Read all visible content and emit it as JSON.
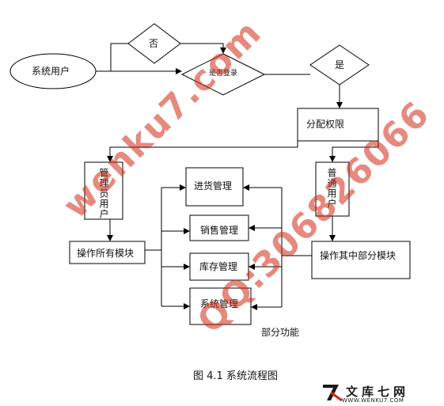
{
  "nodes": {
    "system_user": "系统用户",
    "no": "否",
    "login_check": "是否登录",
    "yes": "是",
    "assign_permission": "分配权限",
    "admin_user": "管理员用户",
    "normal_user": "普通用户",
    "operate_all": "操作所有模块",
    "operate_partial": "操作其中部分模块",
    "purchase": "进货管理",
    "sales": "销售管理",
    "inventory": "库存管理",
    "system_mgmt": "系统管理",
    "partial_function": "部分功能"
  },
  "caption": "图 4.1  系统流程图",
  "watermark": {
    "text1": "wenku7.com",
    "text2": "QQ:306826066"
  },
  "logo": {
    "cn": "文库七网",
    "url": "WWW.WENKU7.COM"
  },
  "colors": {
    "line": "#000000",
    "watermark": "#d22814"
  }
}
